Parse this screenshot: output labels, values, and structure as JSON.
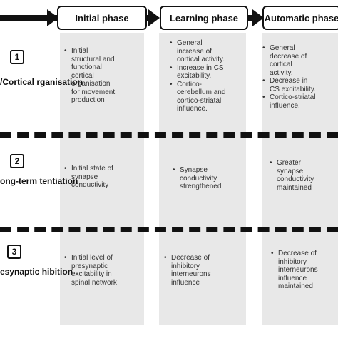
{
  "phases": [
    {
      "label": "Initial phase"
    },
    {
      "label": "Learning phase"
    },
    {
      "label": "Automatic phase"
    }
  ],
  "rows": [
    {
      "number": "1",
      "label_lines": [
        "/Cortical",
        "rganisation"
      ],
      "cells": [
        [
          [
            "Initial",
            "structural  and",
            "functional",
            "cortical",
            "organisation",
            "for movement",
            "production"
          ]
        ],
        [
          [
            "General",
            "increase of",
            "cortical activity."
          ],
          [
            "Increase in CS",
            "excitability."
          ],
          [
            "Cortico-",
            "cerebellum and",
            "cortico-striatal",
            "influence."
          ]
        ],
        [
          [
            "General",
            "decrease of",
            "cortical",
            "activity."
          ],
          [
            "Decrease in",
            "CS excitability."
          ],
          [
            "Cortico-striatal",
            "influence."
          ]
        ]
      ]
    },
    {
      "number": "2",
      "label_lines": [
        "ong-term",
        "tentiation"
      ],
      "cells": [
        [
          [
            "Initial state of",
            "synapse",
            "conductivity"
          ]
        ],
        [
          [
            "Synapse",
            "conductivity",
            "strengthened"
          ]
        ],
        [
          [
            "Greater",
            "synapse",
            "conductivity",
            "maintained"
          ]
        ]
      ]
    },
    {
      "number": "3",
      "label_lines": [
        "esynaptic",
        "hibition"
      ],
      "cells": [
        [
          [
            "Initial level of",
            "presynaptic",
            "excitability in",
            "spinal network"
          ]
        ],
        [
          [
            "Decrease of",
            "inhibitory",
            "interneurons",
            "influence"
          ]
        ],
        [
          [
            "Decrease of",
            "inhibitory",
            "interneurons",
            "influence",
            "maintained"
          ]
        ]
      ]
    }
  ]
}
